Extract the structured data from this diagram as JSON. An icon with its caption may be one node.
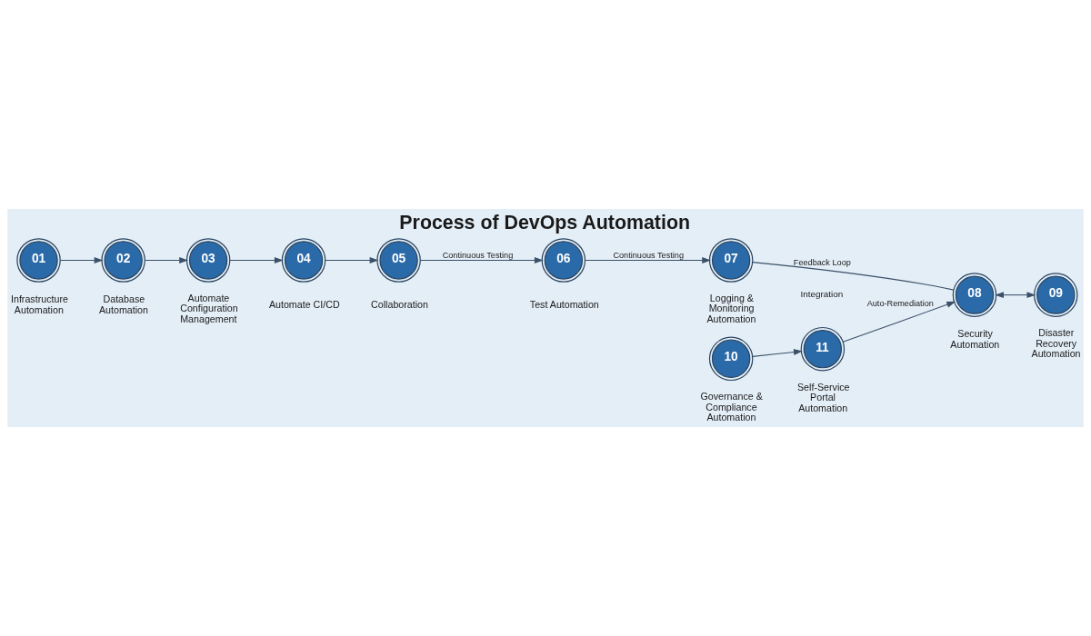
{
  "diagram": {
    "title": "Process of DevOps Automation",
    "nodes": [
      {
        "text": [
          "01"
        ],
        "beside": [
          "Infrastructure Automation"
        ]
      },
      {
        "text": [
          "02"
        ],
        "beside": [
          "Database Automation"
        ]
      },
      {
        "text": [
          "03"
        ],
        "beside": [
          "Automate Configuration Management"
        ]
      },
      {
        "text": [
          "04"
        ],
        "beside": [
          "Automate CI/CD"
        ]
      },
      {
        "text": [
          "05"
        ],
        "beside": [
          "Collaboration"
        ]
      },
      {
        "text": [
          "06"
        ],
        "beside": [
          "Test Automation"
        ]
      },
      {
        "text": [
          "07"
        ],
        "beside": [
          "Logging & Monitoring Automation"
        ]
      },
      {
        "text": [
          "08"
        ],
        "beside": [
          "Security Automation"
        ]
      },
      {
        "text": [
          "09"
        ],
        "beside": [
          "Disaster Recovery Automation"
        ]
      },
      {
        "text": [
          "10"
        ],
        "beside": [
          "Governance & Compliance Automation"
        ]
      },
      {
        "text": [
          "11"
        ],
        "beside": [
          "Self-Service Portal Automation"
        ]
      }
    ],
    "edges": [
      {
        "from": 0,
        "to": 1,
        "arrow": "to"
      },
      {
        "from": 1,
        "to": 2,
        "arrow": "to"
      },
      {
        "from": 2,
        "to": 3,
        "arrow": "to"
      },
      {
        "from": 3,
        "to": 4,
        "arrow": "to"
      },
      {
        "from": 4,
        "to": 5,
        "arrow": "to",
        "label": "Continuous Testing"
      },
      {
        "from": 5,
        "to": 6,
        "arrow": "to",
        "label": "Continuous Testing"
      },
      {
        "from": 6,
        "to": 7,
        "arrow": "none",
        "label": "Feedback Loop"
      },
      {
        "from": 7,
        "to": 8,
        "arrow": "both"
      },
      {
        "from": 9,
        "to": 10,
        "arrow": "to"
      },
      {
        "from": 10,
        "to": 7,
        "arrow": "to",
        "label": "Auto-Remediation"
      }
    ],
    "labels": [
      "Integration"
    ]
  }
}
